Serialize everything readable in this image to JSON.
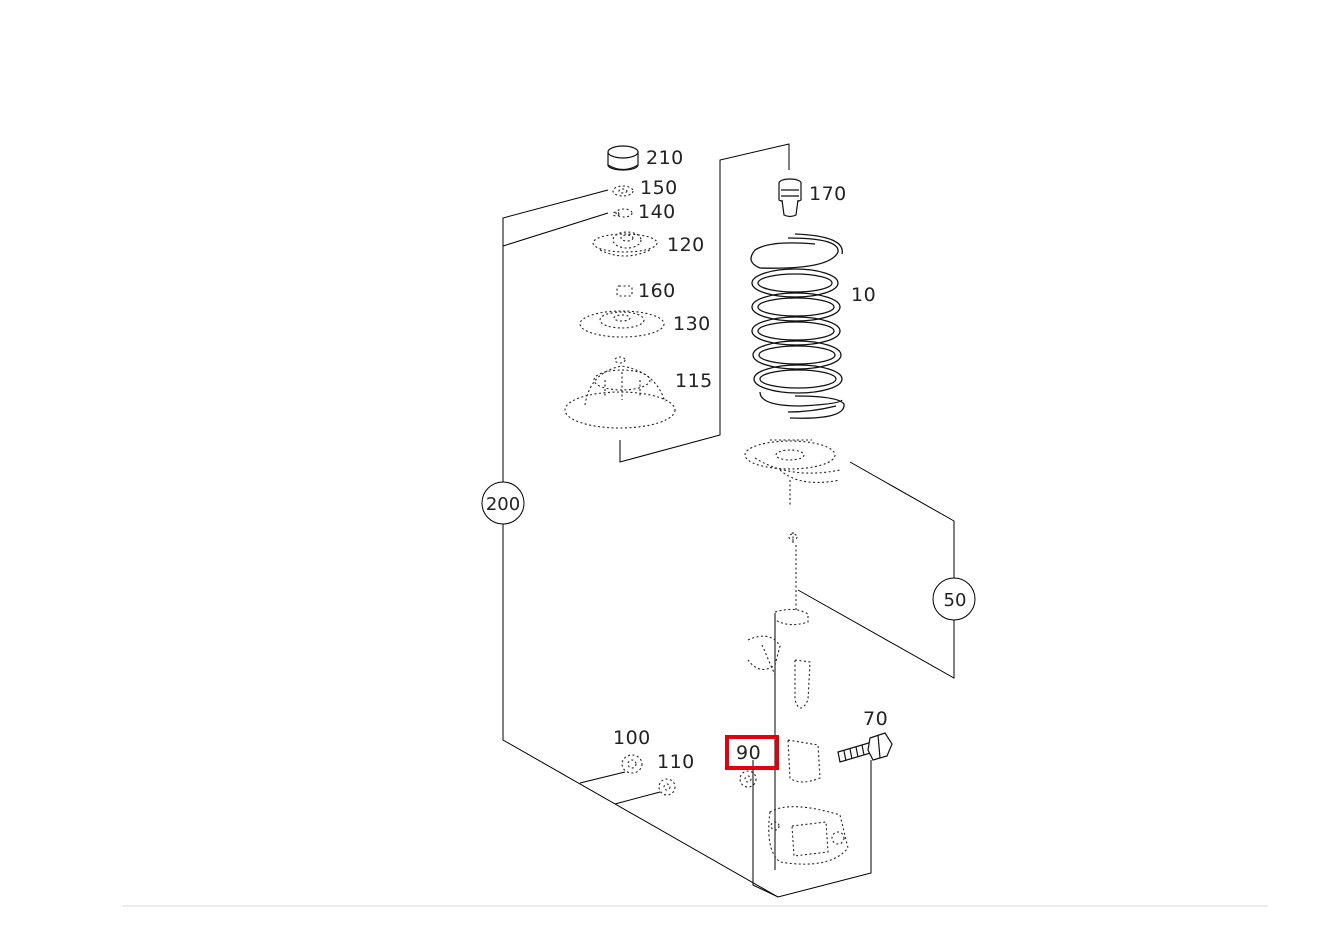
{
  "diagram": {
    "callouts": [
      {
        "id": "210",
        "label": "210"
      },
      {
        "id": "150",
        "label": "150"
      },
      {
        "id": "140",
        "label": "140"
      },
      {
        "id": "120",
        "label": "120"
      },
      {
        "id": "160",
        "label": "160"
      },
      {
        "id": "130",
        "label": "130"
      },
      {
        "id": "115",
        "label": "115"
      },
      {
        "id": "170",
        "label": "170"
      },
      {
        "id": "10",
        "label": "10"
      },
      {
        "id": "70",
        "label": "70"
      },
      {
        "id": "100",
        "label": "100"
      },
      {
        "id": "110",
        "label": "110"
      },
      {
        "id": "90",
        "label": "90"
      }
    ],
    "assemblies": [
      {
        "id": "200",
        "label": "200"
      },
      {
        "id": "50",
        "label": "50"
      }
    ],
    "highlighted_part": "90",
    "highlight_color": "#e3000f"
  }
}
